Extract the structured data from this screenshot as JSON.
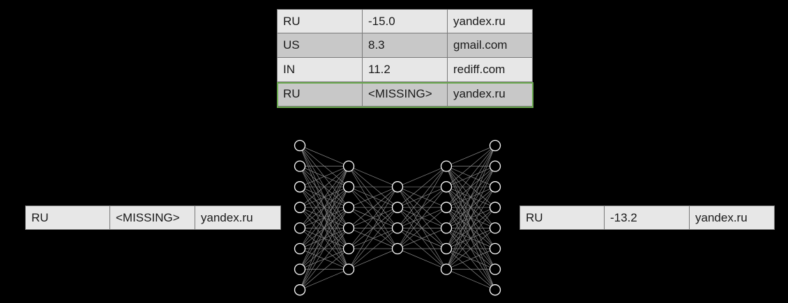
{
  "top_table": {
    "rows": [
      [
        "RU",
        "-15.0",
        "yandex.ru"
      ],
      [
        "US",
        "8.3",
        "gmail.com"
      ],
      [
        "IN",
        "11.2",
        "rediff.com"
      ],
      [
        "RU",
        "<MISSING>",
        "yandex.ru"
      ]
    ],
    "highlight_color": "#6aa84f"
  },
  "input_row": [
    "RU",
    "<MISSING>",
    "yandex.ru"
  ],
  "output_row": [
    "RU",
    "-13.2",
    "yandex.ru"
  ],
  "network": {
    "layers": [
      8,
      6,
      4,
      6,
      8
    ],
    "node_color": "#ffffff",
    "edge_color": "#8a8a8a"
  }
}
